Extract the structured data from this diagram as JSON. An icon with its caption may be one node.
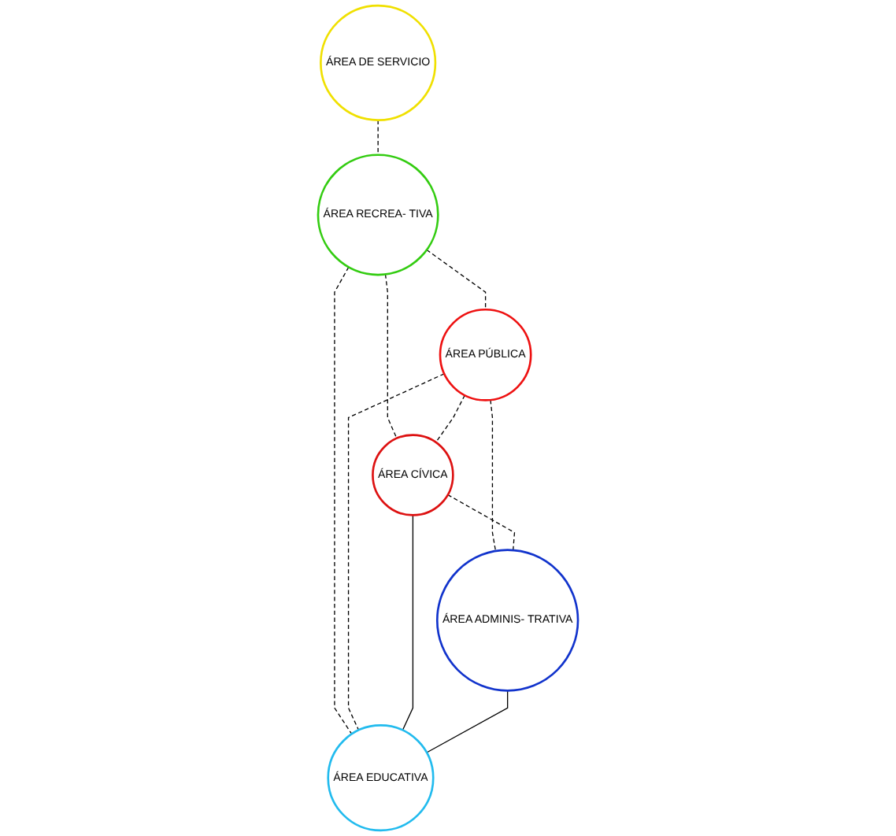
{
  "diagram": {
    "nodes": [
      {
        "text": [
          "ÁREA RECREA- TIVA"
        ]
      },
      {
        "text": [
          "ÁREA DE SERVICIO"
        ]
      },
      {
        "text": [
          "ÁREA PÚBLICA"
        ]
      },
      {
        "text": [
          "ÁREA CÍVICA"
        ]
      },
      {
        "text": [
          "ÁREA EDUCATIVA"
        ]
      },
      {
        "text": [
          "ÁREA ADMINIS- TRATIVA"
        ]
      }
    ],
    "edges": [
      {
        "from": 1,
        "to": 0,
        "arrow": "none",
        "style": "dashed"
      },
      {
        "from": 0,
        "to": 2,
        "arrow": "none",
        "style": "dashed"
      },
      {
        "from": 0,
        "to": 3,
        "arrow": "none",
        "style": "dashed"
      },
      {
        "from": 0,
        "to": 4,
        "arrow": "none",
        "style": "dashed"
      },
      {
        "from": 2,
        "to": 3,
        "arrow": "none",
        "style": "dashed"
      },
      {
        "from": 2,
        "to": 5,
        "arrow": "none",
        "style": "dashed"
      },
      {
        "from": 2,
        "to": 4,
        "arrow": "none",
        "style": "dashed"
      },
      {
        "from": 3,
        "to": 4,
        "arrow": "none"
      },
      {
        "from": 3,
        "to": 5,
        "arrow": "none",
        "style": "dashed"
      },
      {
        "from": 5,
        "to": 4,
        "arrow": "none"
      }
    ]
  }
}
